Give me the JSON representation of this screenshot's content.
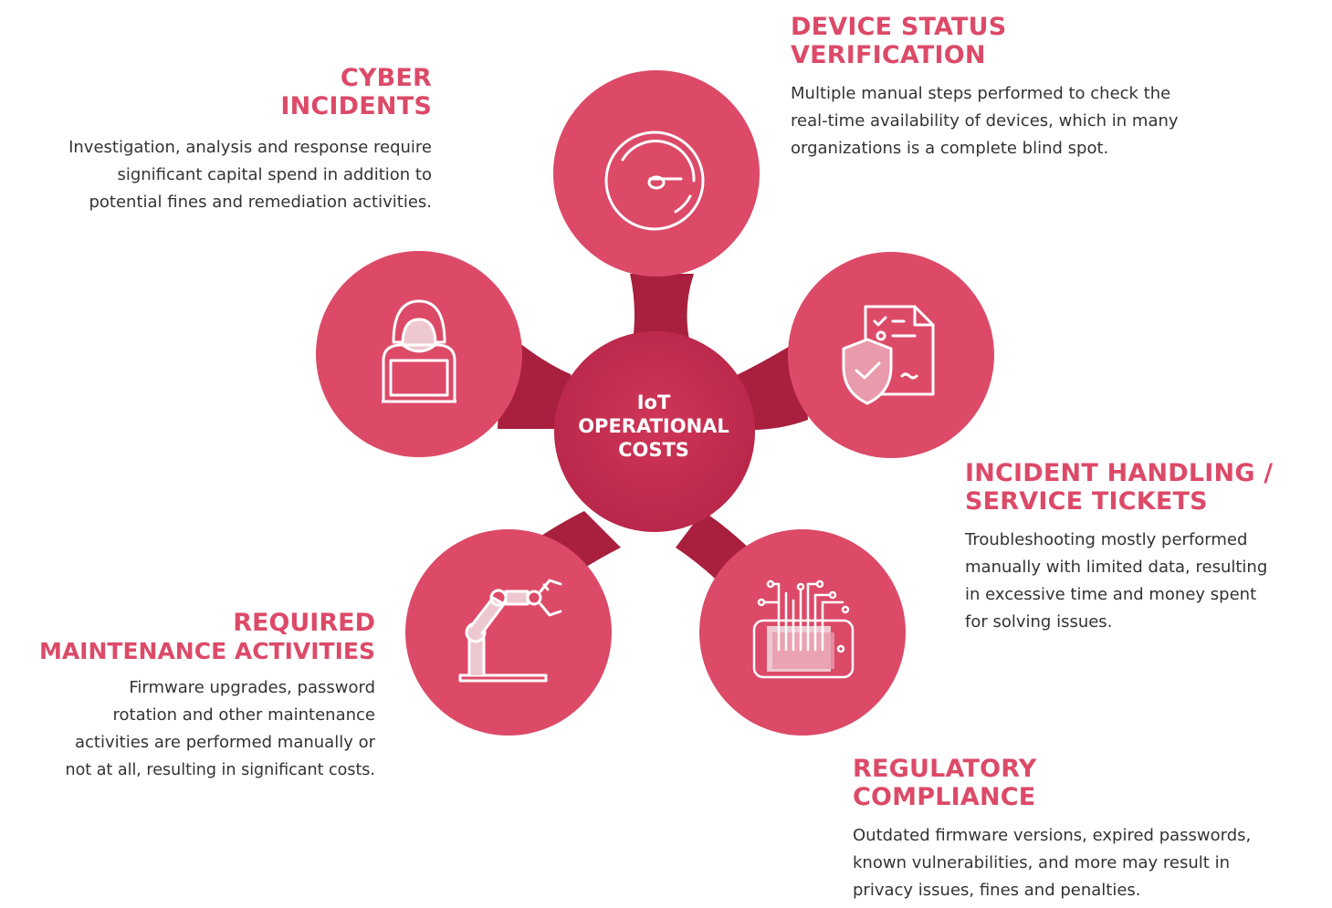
{
  "center": {
    "line1": "IoT",
    "line2": "OPERATIONAL",
    "line3": "COSTS"
  },
  "blocks": {
    "cyber": {
      "title1": "CYBER",
      "title2": "INCIDENTS",
      "lines": [
        "Investigation, analysis and response require",
        "significant capital spend in addition to",
        "potential fines and remediation activities."
      ]
    },
    "device": {
      "title1": "DEVICE STATUS",
      "title2": "VERIFICATION",
      "lines": [
        "Multiple manual steps performed to check the",
        "real-time availability of devices, which in many",
        "organizations is a complete blind spot."
      ]
    },
    "incident": {
      "title1": "INCIDENT HANDLING /",
      "title2": "SERVICE TICKETS",
      "lines": [
        "Troubleshooting mostly performed",
        "manually with limited data, resulting",
        "in excessive time and money spent",
        "for solving issues."
      ]
    },
    "maintenance": {
      "title1": "REQUIRED",
      "title2": "MAINTENANCE ACTIVITIES",
      "lines": [
        "Firmware upgrades, password",
        "rotation and other maintenance",
        "activities are performed manually or",
        "not at all, resulting in significant costs."
      ]
    },
    "regulatory": {
      "title1": "REGULATORY",
      "title2": "COMPLIANCE",
      "lines": [
        "Outdated firmware versions, expired passwords,",
        "known vulnerabilities, and more may result in",
        "privacy issues, fines and penalties."
      ]
    }
  },
  "icons": {
    "device": "gauge-icon",
    "cyber": "hacker-laptop-icon",
    "incident": "document-shield-icon",
    "maintenance": "robotic-arm-icon",
    "regulatory": "circuit-phone-icon"
  },
  "colors": {
    "accent": "#dc4a68",
    "circle": "#dc4a68",
    "center": "#c93250",
    "connector": "#a8203e"
  }
}
